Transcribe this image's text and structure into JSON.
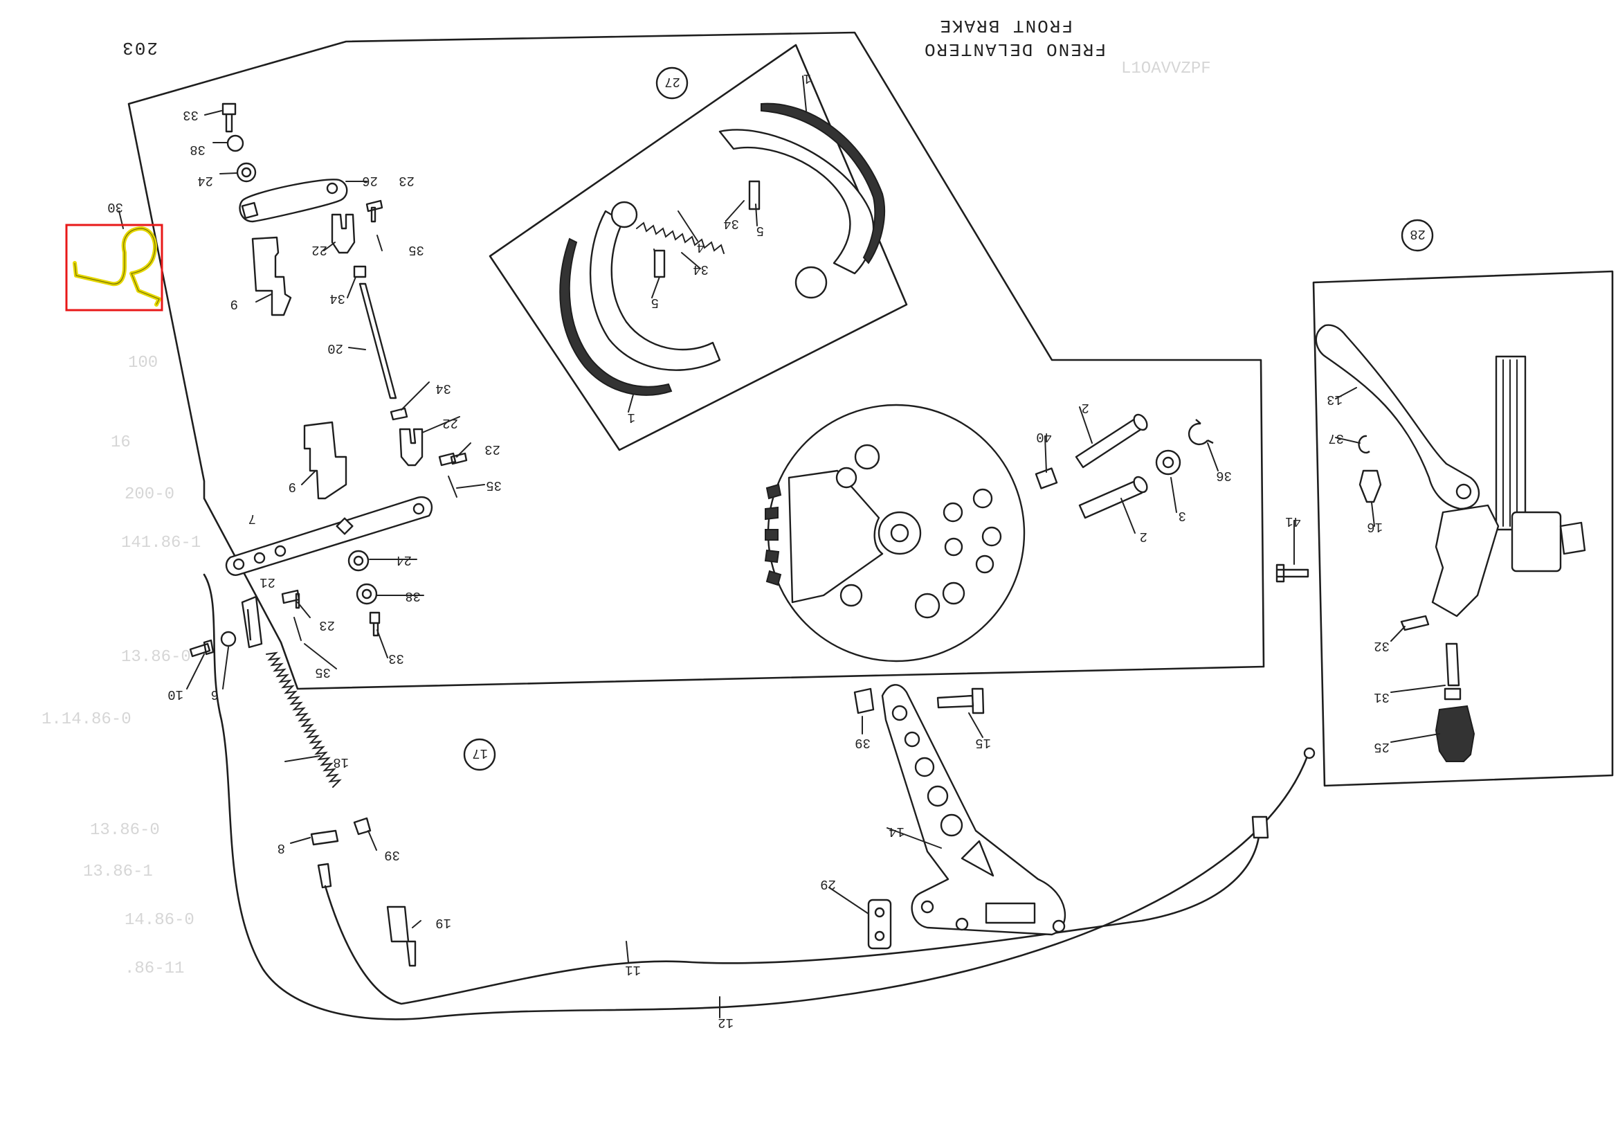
{
  "title": {
    "line1": "FRONT BRAKE",
    "line2": "FRENO DELANTERO",
    "page_number": "203",
    "faded_text": "L1OAVVZPF"
  },
  "group_refs": [
    "27",
    "28",
    "17"
  ],
  "part_labels": {
    "p30": "30",
    "p9a": "9",
    "p9b": "9",
    "p33a": "33",
    "p33b": "33",
    "p38a": "38",
    "p38b": "38",
    "p24a": "24",
    "p24b": "24",
    "p26": "26",
    "p23a": "23",
    "p23b": "23",
    "p23c": "23",
    "p22a": "22",
    "p22b": "22",
    "p35a": "35",
    "p35b": "35",
    "p35c": "35",
    "p34a": "34",
    "p34b": "34",
    "p34c": "34",
    "p34d": "34",
    "p20": "20",
    "p7": "7",
    "p21": "21",
    "p10": "10",
    "p6": "6",
    "p18": "18",
    "p8": "8",
    "p39a": "39",
    "p39b": "39",
    "p19": "19",
    "p11": "11",
    "p12": "12",
    "p14": "14",
    "p29": "29",
    "p15": "15",
    "p1a": "1",
    "p1b": "1",
    "p4": "4",
    "p5a": "5",
    "p5b": "5",
    "p2a": "2",
    "p2b": "2",
    "p3": "3",
    "p36": "36",
    "p40": "40",
    "p41": "41",
    "p13": "13",
    "p37": "37",
    "p16": "16",
    "p32": "32",
    "p31": "31",
    "p25": "25"
  },
  "selection": {
    "part": "30",
    "highlight_color": "#e6d800",
    "box_color": "#e81818"
  },
  "ghost_margin": [
    "100",
    "16",
    "200-0",
    "141.86-1",
    "13.86-0",
    "1.14.86-0",
    "13.86-0",
    "13.86-1",
    "14.86-0",
    ".86-11"
  ]
}
